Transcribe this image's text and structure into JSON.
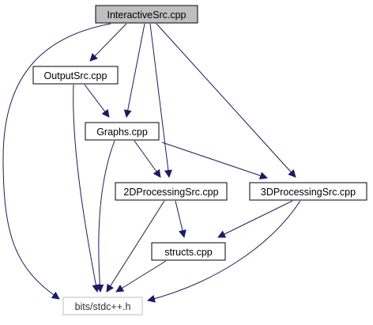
{
  "colors": {
    "edge": "#191970",
    "box_border": "#000000",
    "focus_fill": "#bfbfbf",
    "node_fill": "#ffffff",
    "external_border": "#bfbfbf"
  },
  "nodes": {
    "interactive": {
      "label": "InteractiveSrc.cpp"
    },
    "output": {
      "label": "OutputSrc.cpp"
    },
    "graphs": {
      "label": "Graphs.cpp"
    },
    "proc2d": {
      "label": "2DProcessingSrc.cpp"
    },
    "proc3d": {
      "label": "3DProcessingSrc.cpp"
    },
    "structs": {
      "label": "structs.cpp"
    },
    "stdcpp": {
      "label": "bits/stdc++.h"
    }
  },
  "edges": [
    {
      "from": "interactive",
      "to": "output"
    },
    {
      "from": "interactive",
      "to": "graphs"
    },
    {
      "from": "interactive",
      "to": "proc2d"
    },
    {
      "from": "interactive",
      "to": "proc3d"
    },
    {
      "from": "interactive",
      "to": "stdcpp"
    },
    {
      "from": "output",
      "to": "graphs"
    },
    {
      "from": "output",
      "to": "stdcpp"
    },
    {
      "from": "graphs",
      "to": "proc2d"
    },
    {
      "from": "graphs",
      "to": "proc3d"
    },
    {
      "from": "graphs",
      "to": "stdcpp"
    },
    {
      "from": "proc2d",
      "to": "structs"
    },
    {
      "from": "proc2d",
      "to": "stdcpp"
    },
    {
      "from": "proc3d",
      "to": "structs"
    },
    {
      "from": "proc3d",
      "to": "stdcpp"
    },
    {
      "from": "structs",
      "to": "stdcpp"
    }
  ]
}
